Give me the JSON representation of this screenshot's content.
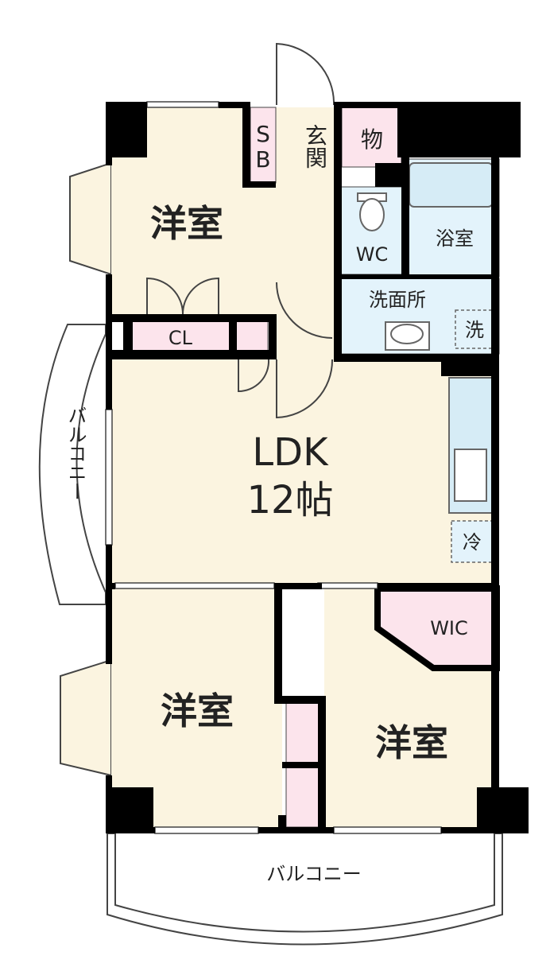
{
  "colors": {
    "room": "#fbf4e0",
    "storage": "#fce4ec",
    "wet": "#e3f3fb",
    "fixture": "#d6ecf6",
    "wall": "#000000",
    "outline": "#444444"
  },
  "rooms": {
    "western_room_1": "洋室",
    "western_room_2": "洋室",
    "western_room_3": "洋室",
    "ldk": "LDK",
    "ldk_size": "12帖",
    "entrance": "玄関",
    "shoe_box_s": "S",
    "shoe_box_b": "B",
    "storage": "物",
    "toilet": "WC",
    "bathroom": "浴室",
    "washroom": "洗面所",
    "washer": "洗",
    "fridge": "冷",
    "closet": "CL",
    "walk_in_closet": "WIC",
    "balcony_side": "バルコニー",
    "balcony_bottom": "バルコニー"
  }
}
